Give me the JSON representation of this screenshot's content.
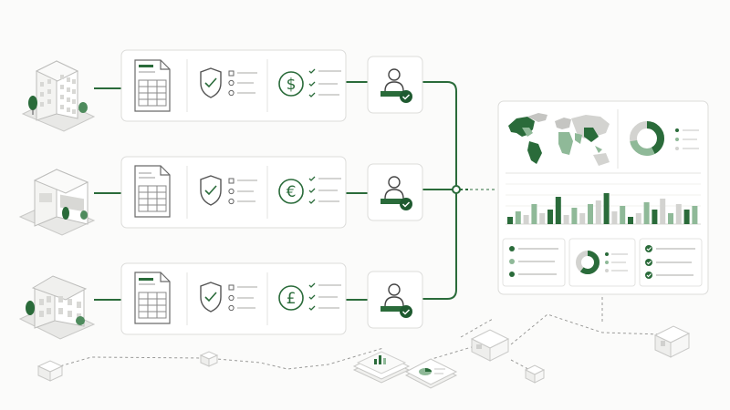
{
  "rows": [
    {
      "building": "office-tower",
      "currency": "dollar",
      "currency_symbol": "$"
    },
    {
      "building": "warehouse",
      "currency": "euro",
      "currency_symbol": "€"
    },
    {
      "building": "townhouse",
      "currency": "pound",
      "currency_symbol": "£"
    }
  ],
  "dashboard": {
    "sections": [
      "world-map",
      "donut-chart",
      "bar-chart",
      "list-widget",
      "donut-widget",
      "checklist-widget"
    ]
  },
  "colors": {
    "accent": "#2a6b3a",
    "accent_light": "#8fb998",
    "neutral_light": "#d3d3d0",
    "line_dash": "#9a9a98",
    "card_border": "#dcdcda"
  },
  "icons": [
    "building-icon",
    "document-icon",
    "shield-check-icon",
    "checklist-icon",
    "currency-icon",
    "user-check-icon",
    "world-map-icon",
    "cube-icon"
  ]
}
